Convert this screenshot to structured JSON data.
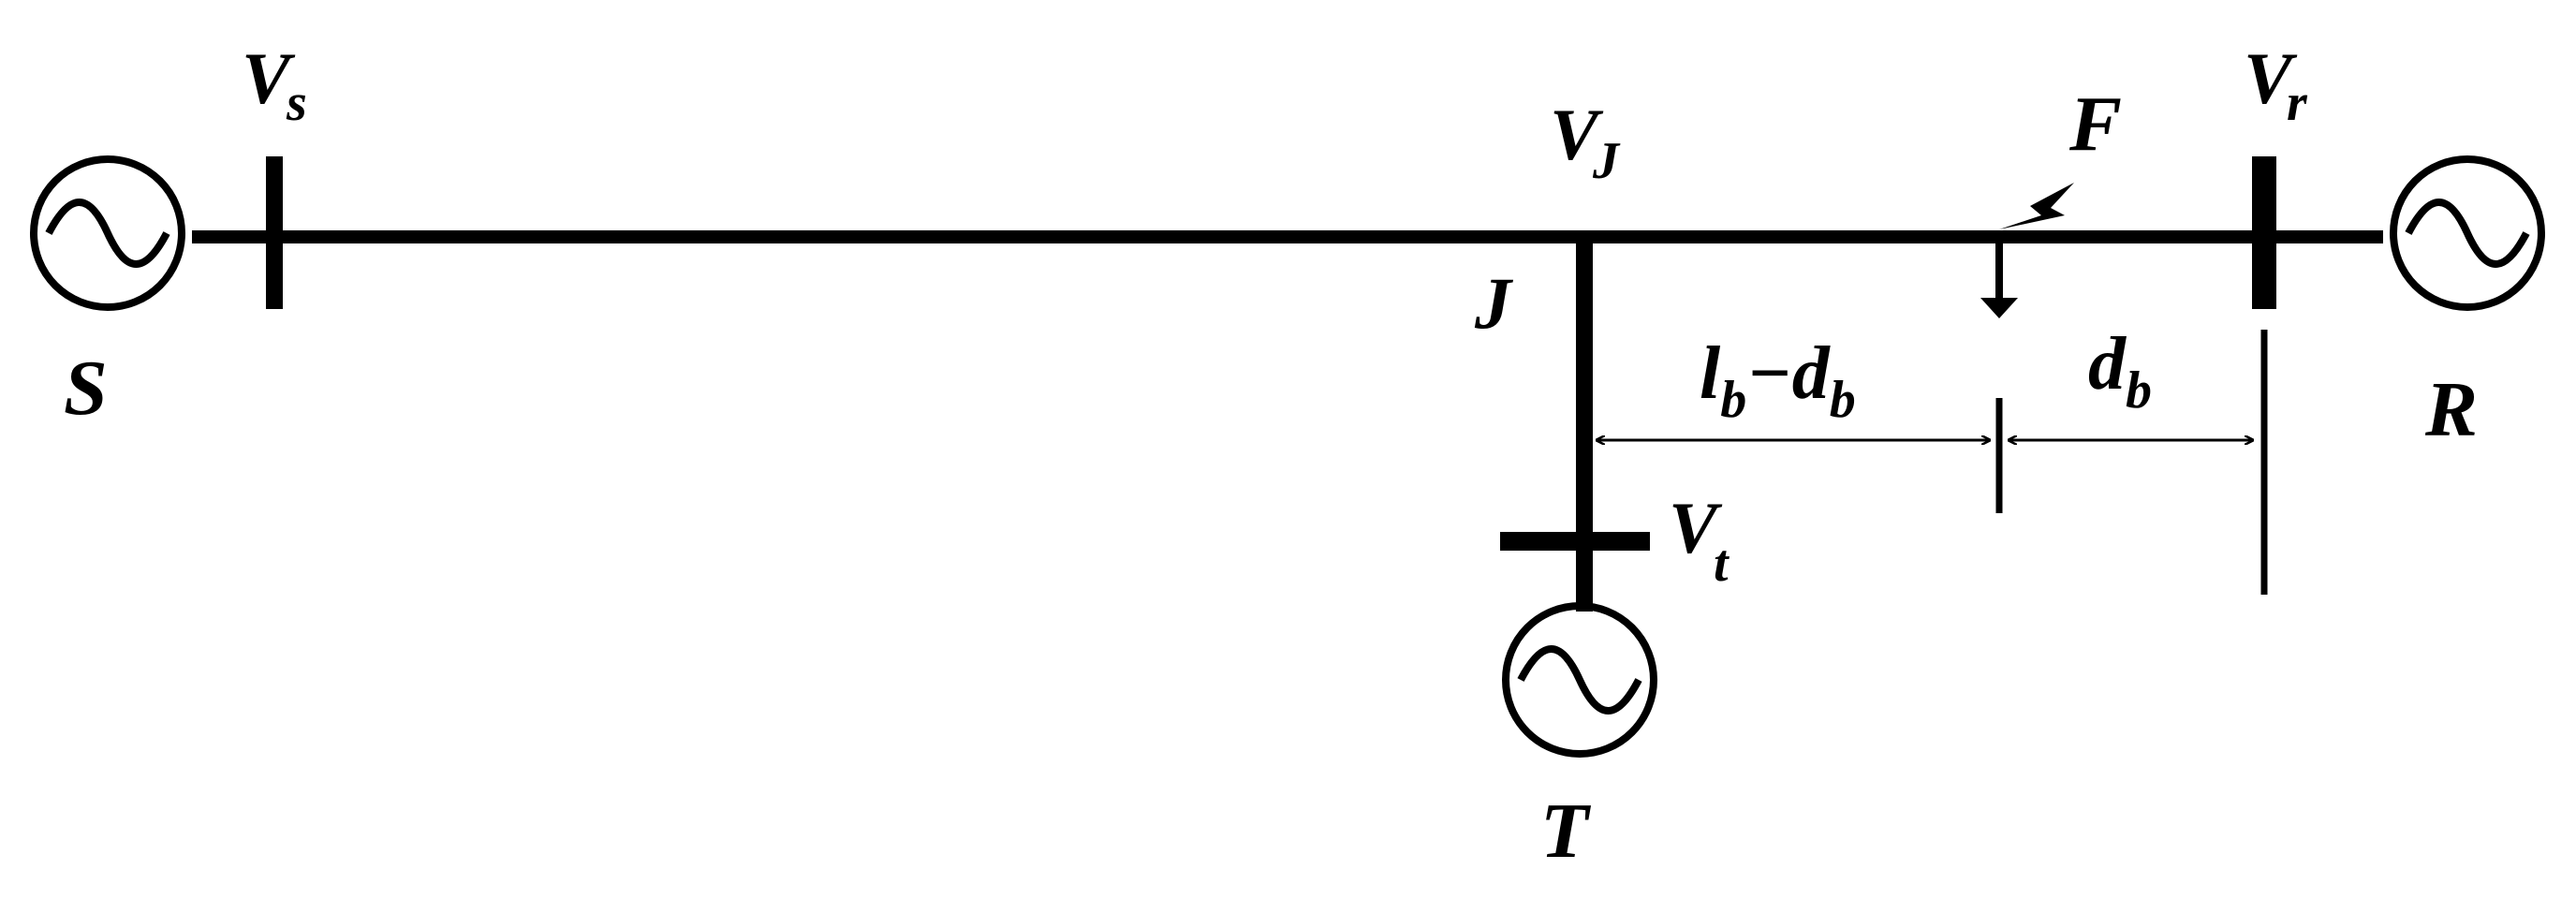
{
  "labels": {
    "source_s": "S",
    "source_r": "R",
    "source_t": "T",
    "junction": "J",
    "fault": "F",
    "vs": {
      "main": "V",
      "sub": "s"
    },
    "vj": {
      "main": "V",
      "sub": "J"
    },
    "vr": {
      "main": "V",
      "sub": "r"
    },
    "vt": {
      "main": "V",
      "sub": "t"
    },
    "dim_left": {
      "l": "l",
      "l_sub": "b",
      "minus": "−",
      "d": "d",
      "d_sub": "b"
    },
    "dim_right": {
      "d": "d",
      "d_sub": "b"
    }
  },
  "colors": {
    "stroke": "#000000",
    "background": "#ffffff"
  },
  "icons": [
    "ac-source-icon",
    "fault-lightning-icon",
    "arrow-icon"
  ]
}
